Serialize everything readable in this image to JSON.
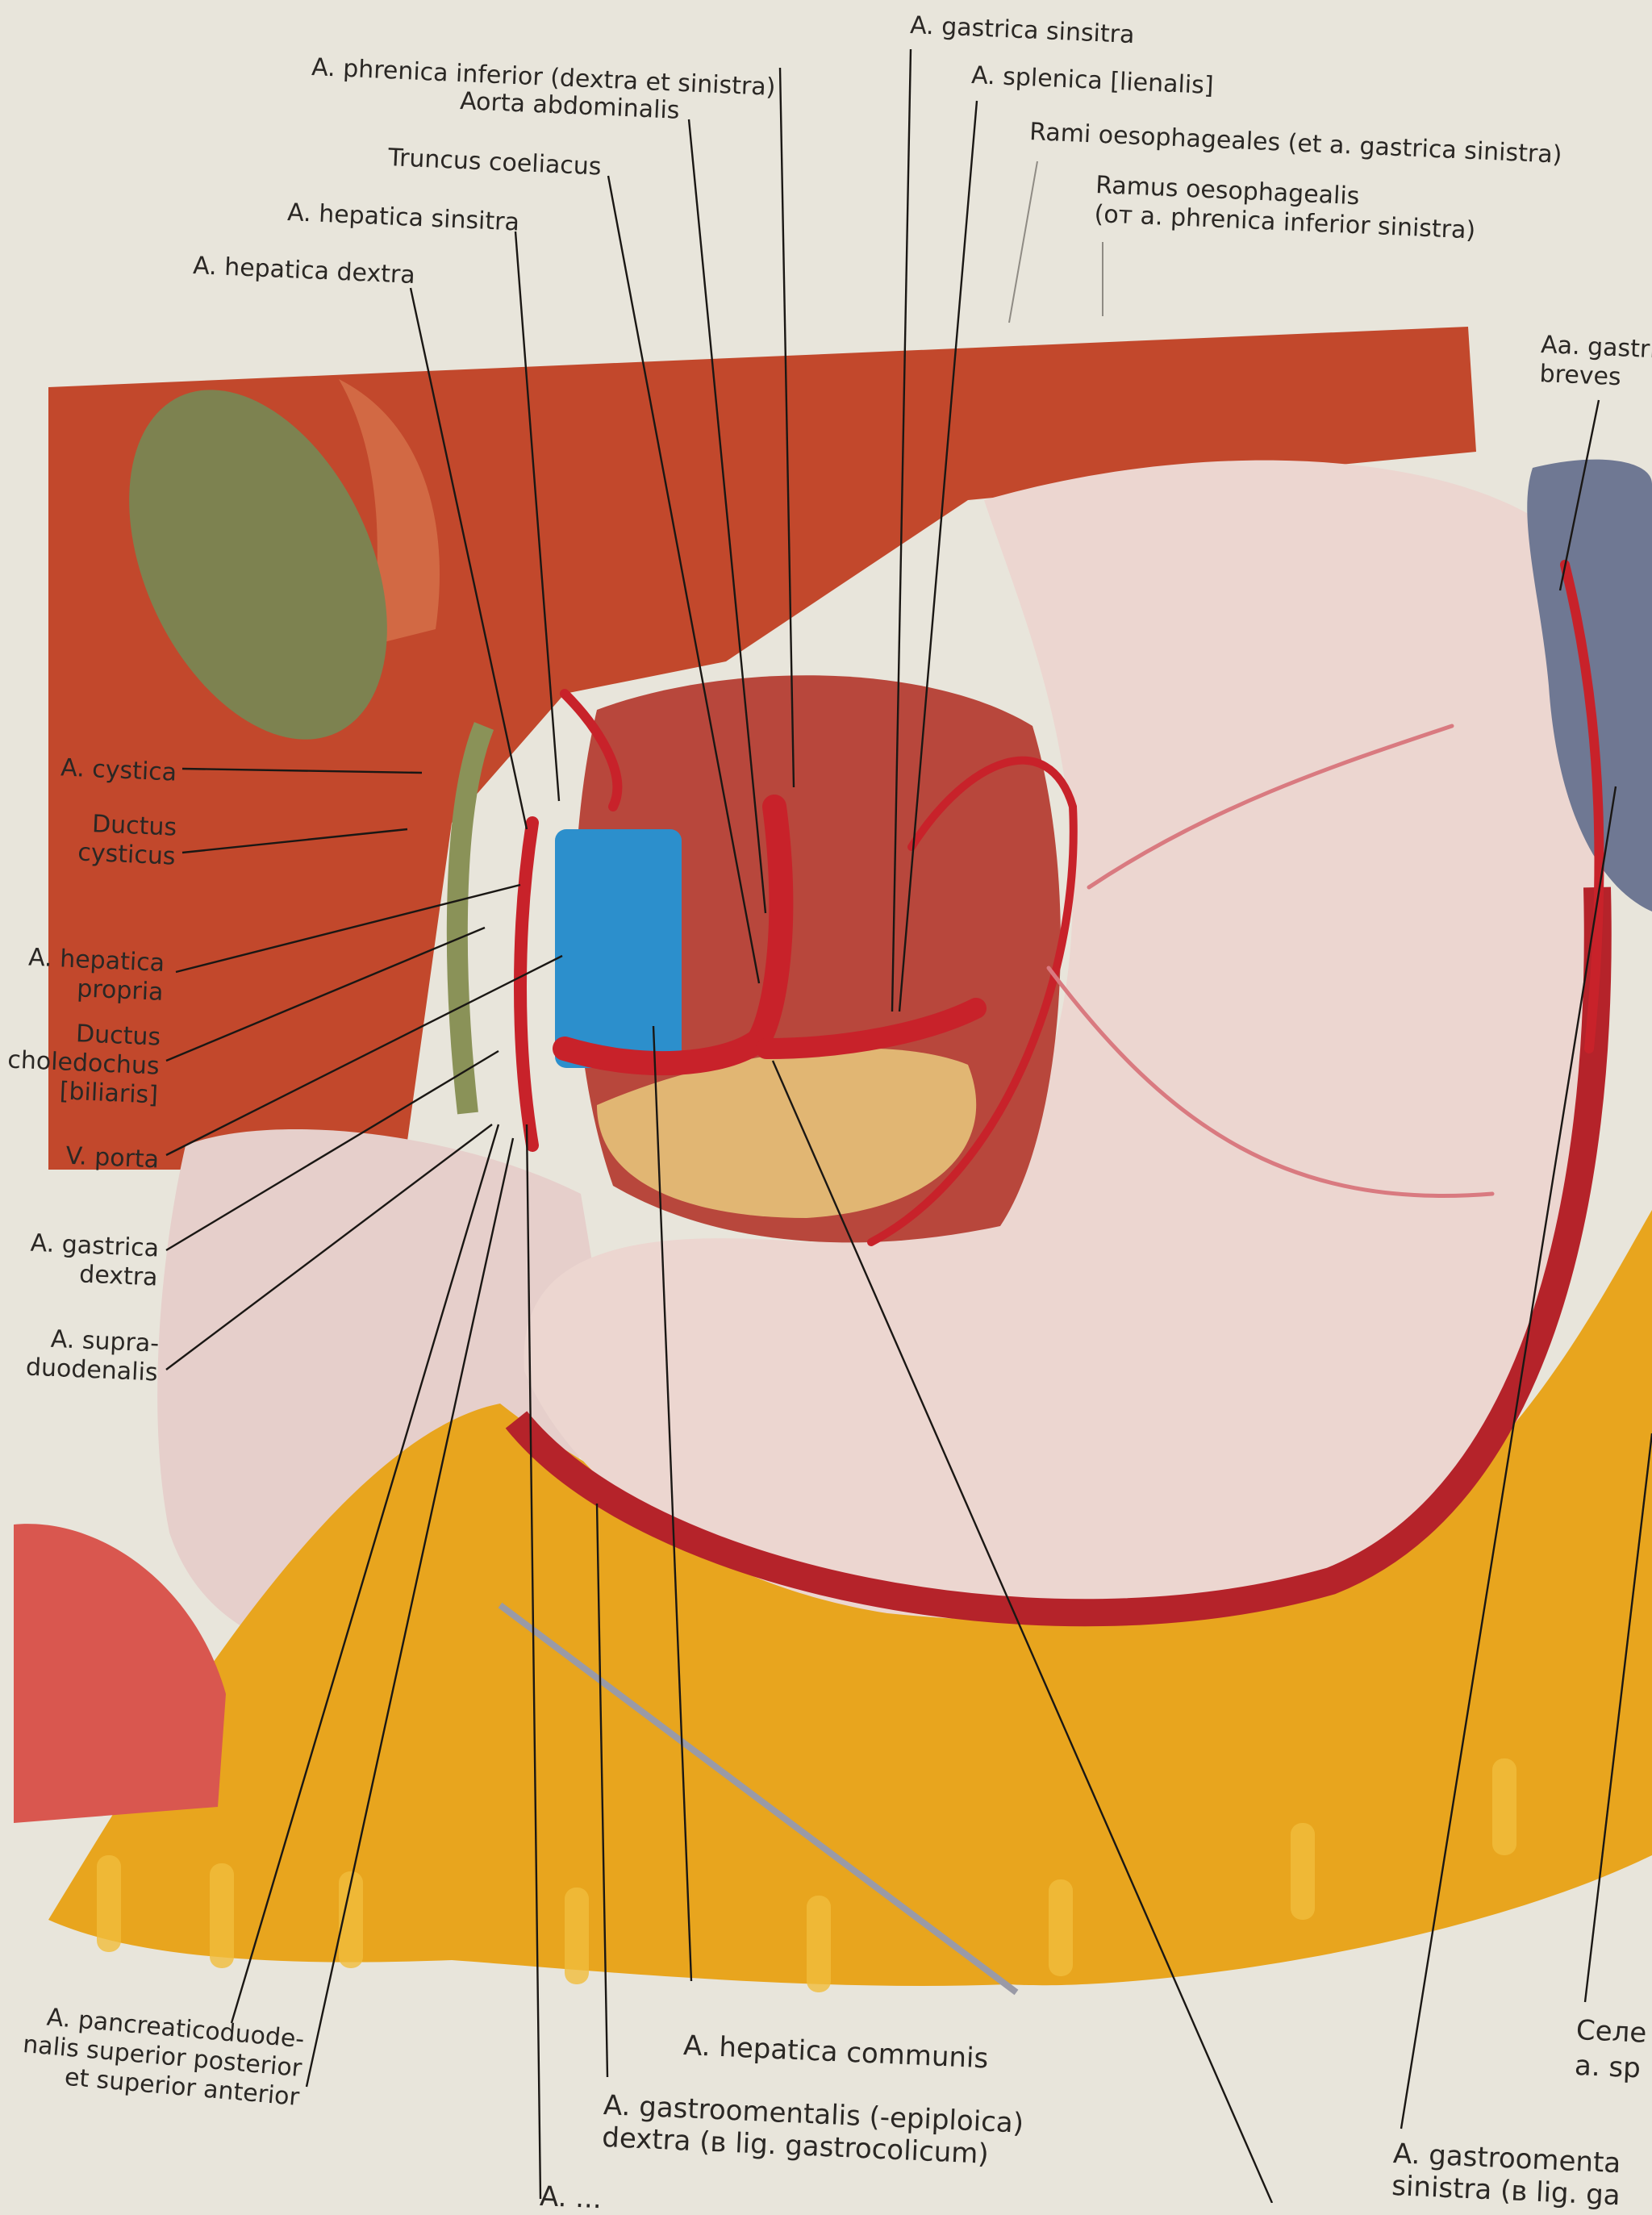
{
  "labels_top": {
    "phrenica": "A. phrenica inferior (dextra et sinistra)",
    "aorta": "Aorta abdominalis",
    "truncus": "Truncus coeliacus",
    "hepatica_sinistra": "A. hepatica sinsitra",
    "hepatica_dextra": "A. hepatica dextra",
    "gastrica_sinistra": "A. gastrica sinsitra",
    "splenica": "A. splenica [lienalis]",
    "rami_oesophageales": "Rami oesophageales (et a. gastrica sinistra)",
    "ramus_oesophagealis_1": "Ramus oesophagealis",
    "ramus_oesophagealis_2": "(от a. phrenica inferior sinistra)",
    "breves_1": "Aa. gastrici",
    "breves_2": "breves"
  },
  "labels_left": {
    "cystica": "A. cystica",
    "cysticus_1": "Ductus",
    "cysticus_2": "cysticus",
    "propria_1": "A. hepatica",
    "propria_2": "propria",
    "choledochus_1": "Ductus",
    "choledochus_2": "choledochus",
    "choledochus_3": "[biliaris]",
    "porta": "V. porta",
    "gastrica_dextra_1": "A. gastrica",
    "gastrica_dextra_2": "dextra",
    "supraduodenalis_1": "A. supra-",
    "supraduodenalis_2": "duodenalis"
  },
  "labels_bottom": {
    "pancreatico_1": "A. pancreaticoduode-",
    "pancreatico_2": "nalis superior posterior",
    "pancreatico_3": "et superior anterior",
    "hepatica_communis": "A. hepatica communis",
    "gastroomentalis_dextra_1": "A. gastroomentalis (-epiploica)",
    "gastroomentalis_dextra_2": "dextra (в lig. gastrocolicum)",
    "cut_label": "A. ...",
    "right_cut_1": "Селе",
    "right_cut_2": "a. sp",
    "gastroomentalis_sinistra_1": "A. gastroomenta",
    "gastroomentalis_sinistra_2": "sinistra (в lig. ga"
  },
  "colors": {
    "page": "#e8e5db",
    "liver": "#c2482c",
    "stomach": "#ecd6d0",
    "artery": "#c8222a",
    "vein": "#2c8fcc",
    "gallbladder": "#7d8250",
    "omentum": "#e8a51e",
    "spleen": "#6f7893"
  }
}
